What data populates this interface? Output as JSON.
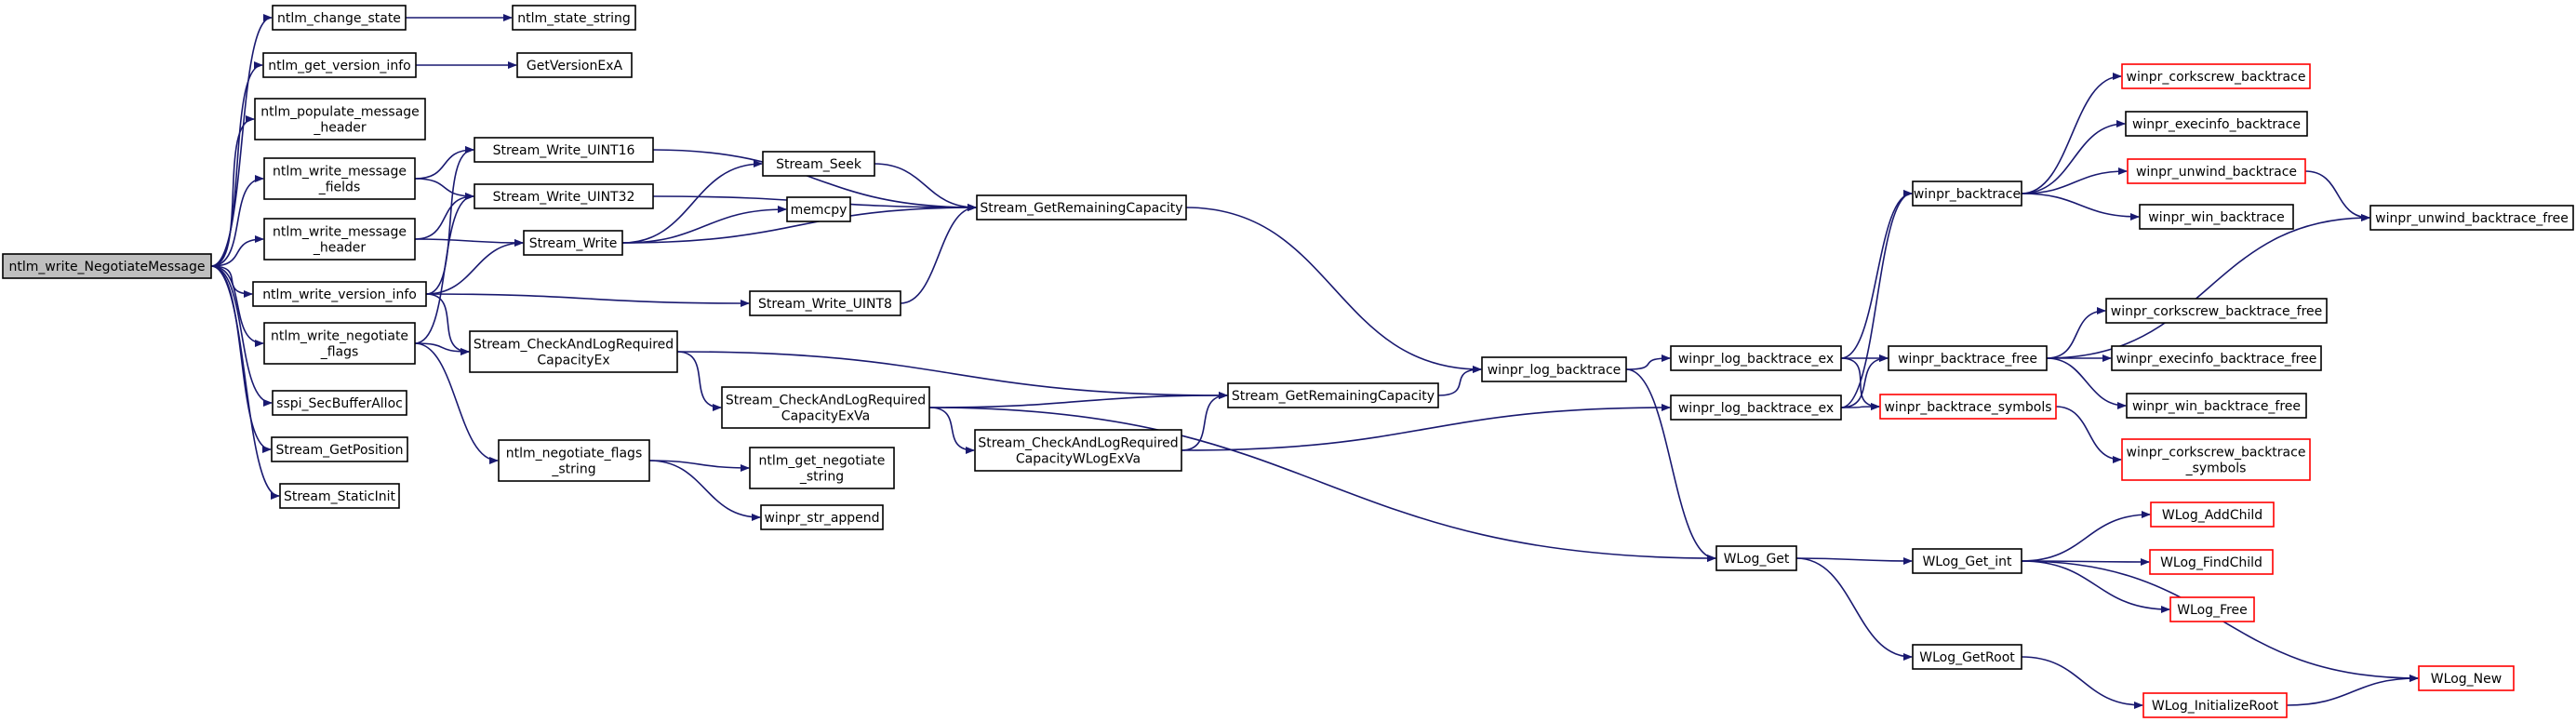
{
  "colors": {
    "edge": "#191970",
    "node_border": "#000000",
    "node_border_missing": "#ff0000",
    "root_fill": "#bfbfbf",
    "node_fill": "#ffffff"
  },
  "nodes": [
    {
      "id": "root",
      "lines": [
        "ntlm_write_NegotiateMessage"
      ],
      "style": "root"
    },
    {
      "id": "ntlm_change_state",
      "lines": [
        "ntlm_change_state"
      ]
    },
    {
      "id": "ntlm_state_string",
      "lines": [
        "ntlm_state_string"
      ]
    },
    {
      "id": "ntlm_get_version_info",
      "lines": [
        "ntlm_get_version_info"
      ]
    },
    {
      "id": "GetVersionExA",
      "lines": [
        "GetVersionExA"
      ]
    },
    {
      "id": "ntlm_populate_message_header",
      "lines": [
        "ntlm_populate_message",
        "_header"
      ]
    },
    {
      "id": "ntlm_write_message_fields",
      "lines": [
        "ntlm_write_message",
        "_fields"
      ]
    },
    {
      "id": "ntlm_write_message_header",
      "lines": [
        "ntlm_write_message",
        "_header"
      ]
    },
    {
      "id": "ntlm_write_version_info",
      "lines": [
        "ntlm_write_version_info"
      ]
    },
    {
      "id": "ntlm_write_negotiate_flags",
      "lines": [
        "ntlm_write_negotiate",
        "_flags"
      ]
    },
    {
      "id": "sspi_SecBufferAlloc",
      "lines": [
        "sspi_SecBufferAlloc"
      ]
    },
    {
      "id": "Stream_GetPosition",
      "lines": [
        "Stream_GetPosition"
      ]
    },
    {
      "id": "Stream_StaticInit",
      "lines": [
        "Stream_StaticInit"
      ]
    },
    {
      "id": "Stream_Write_UINT16",
      "lines": [
        "Stream_Write_UINT16"
      ]
    },
    {
      "id": "Stream_Write_UINT32",
      "lines": [
        "Stream_Write_UINT32"
      ]
    },
    {
      "id": "Stream_Write",
      "lines": [
        "Stream_Write"
      ]
    },
    {
      "id": "Stream_CheckAndLogRequiredCapacityEx",
      "lines": [
        "Stream_CheckAndLogRequired",
        "CapacityEx"
      ]
    },
    {
      "id": "ntlm_negotiate_flags_string",
      "lines": [
        "ntlm_negotiate_flags",
        "_string"
      ]
    },
    {
      "id": "Stream_Seek",
      "lines": [
        "Stream_Seek"
      ]
    },
    {
      "id": "memcpy",
      "lines": [
        "memcpy"
      ]
    },
    {
      "id": "Stream_Write_UINT8",
      "lines": [
        "Stream_Write_UINT8"
      ]
    },
    {
      "id": "Stream_CheckAndLogRequiredCapacityExVa",
      "lines": [
        "Stream_CheckAndLogRequired",
        "CapacityExVa"
      ]
    },
    {
      "id": "ntlm_get_negotiate_string",
      "lines": [
        "ntlm_get_negotiate",
        "_string"
      ]
    },
    {
      "id": "winpr_str_append",
      "lines": [
        "winpr_str_append"
      ]
    },
    {
      "id": "Stream_GetRemainingCapacity_1",
      "lines": [
        "Stream_GetRemainingCapacity"
      ]
    },
    {
      "id": "Stream_CheckAndLogRequiredCapacityWLogExVa",
      "lines": [
        "Stream_CheckAndLogRequired",
        "CapacityWLogExVa"
      ]
    },
    {
      "id": "Stream_GetRemainingCapacity_2",
      "lines": [
        "Stream_GetRemainingCapacity"
      ]
    },
    {
      "id": "winpr_log_backtrace",
      "lines": [
        "winpr_log_backtrace"
      ]
    },
    {
      "id": "WLog_Get",
      "lines": [
        "WLog_Get"
      ]
    },
    {
      "id": "winpr_log_backtrace_ex_1",
      "lines": [
        "winpr_log_backtrace_ex"
      ]
    },
    {
      "id": "winpr_log_backtrace_ex_2",
      "lines": [
        "winpr_log_backtrace_ex"
      ]
    },
    {
      "id": "WLog_Get_int",
      "lines": [
        "WLog_Get_int"
      ]
    },
    {
      "id": "WLog_GetRoot",
      "lines": [
        "WLog_GetRoot"
      ]
    },
    {
      "id": "winpr_backtrace",
      "lines": [
        "winpr_backtrace"
      ]
    },
    {
      "id": "winpr_backtrace_free",
      "lines": [
        "winpr_backtrace_free"
      ]
    },
    {
      "id": "winpr_backtrace_symbols",
      "lines": [
        "winpr_backtrace_symbols"
      ],
      "style": "missing"
    },
    {
      "id": "winpr_corkscrew_backtrace",
      "lines": [
        "winpr_corkscrew_backtrace"
      ],
      "style": "missing"
    },
    {
      "id": "winpr_execinfo_backtrace",
      "lines": [
        "winpr_execinfo_backtrace"
      ]
    },
    {
      "id": "winpr_unwind_backtrace",
      "lines": [
        "winpr_unwind_backtrace"
      ],
      "style": "missing"
    },
    {
      "id": "winpr_win_backtrace",
      "lines": [
        "winpr_win_backtrace"
      ]
    },
    {
      "id": "winpr_corkscrew_backtrace_free",
      "lines": [
        "winpr_corkscrew_backtrace_free"
      ]
    },
    {
      "id": "winpr_execinfo_backtrace_free",
      "lines": [
        "winpr_execinfo_backtrace_free"
      ]
    },
    {
      "id": "winpr_win_backtrace_free",
      "lines": [
        "winpr_win_backtrace_free"
      ]
    },
    {
      "id": "winpr_corkscrew_backtrace_symbols",
      "lines": [
        "winpr_corkscrew_backtrace",
        "_symbols"
      ],
      "style": "missing"
    },
    {
      "id": "winpr_unwind_backtrace_free",
      "lines": [
        "winpr_unwind_backtrace_free"
      ]
    },
    {
      "id": "WLog_AddChild",
      "lines": [
        "WLog_AddChild"
      ],
      "style": "missing"
    },
    {
      "id": "WLog_FindChild",
      "lines": [
        "WLog_FindChild"
      ],
      "style": "missing"
    },
    {
      "id": "WLog_Free",
      "lines": [
        "WLog_Free"
      ],
      "style": "missing"
    },
    {
      "id": "WLog_InitializeRoot",
      "lines": [
        "WLog_InitializeRoot"
      ],
      "style": "missing"
    },
    {
      "id": "WLog_New",
      "lines": [
        "WLog_New"
      ],
      "style": "missing"
    }
  ],
  "edges": [
    [
      "root",
      "ntlm_change_state"
    ],
    [
      "root",
      "ntlm_get_version_info"
    ],
    [
      "root",
      "ntlm_populate_message_header"
    ],
    [
      "root",
      "ntlm_write_message_fields"
    ],
    [
      "root",
      "ntlm_write_message_header"
    ],
    [
      "root",
      "ntlm_write_version_info"
    ],
    [
      "root",
      "ntlm_write_negotiate_flags"
    ],
    [
      "root",
      "sspi_SecBufferAlloc"
    ],
    [
      "root",
      "Stream_GetPosition"
    ],
    [
      "root",
      "Stream_StaticInit"
    ],
    [
      "ntlm_change_state",
      "ntlm_state_string"
    ],
    [
      "ntlm_get_version_info",
      "GetVersionExA"
    ],
    [
      "ntlm_write_message_fields",
      "Stream_Write_UINT16"
    ],
    [
      "ntlm_write_message_fields",
      "Stream_Write_UINT32"
    ],
    [
      "ntlm_write_message_header",
      "Stream_Write_UINT32"
    ],
    [
      "ntlm_write_message_header",
      "Stream_Write"
    ],
    [
      "ntlm_write_version_info",
      "Stream_Write_UINT16"
    ],
    [
      "ntlm_write_version_info",
      "Stream_Write"
    ],
    [
      "ntlm_write_version_info",
      "Stream_Write_UINT8"
    ],
    [
      "ntlm_write_version_info",
      "Stream_CheckAndLogRequiredCapacityEx"
    ],
    [
      "ntlm_write_negotiate_flags",
      "Stream_Write_UINT32"
    ],
    [
      "ntlm_write_negotiate_flags",
      "Stream_CheckAndLogRequiredCapacityEx"
    ],
    [
      "ntlm_write_negotiate_flags",
      "ntlm_negotiate_flags_string"
    ],
    [
      "Stream_Write_UINT16",
      "Stream_GetRemainingCapacity_1"
    ],
    [
      "Stream_Write_UINT32",
      "Stream_GetRemainingCapacity_1"
    ],
    [
      "Stream_Write",
      "Stream_Seek"
    ],
    [
      "Stream_Write",
      "memcpy"
    ],
    [
      "Stream_Write",
      "Stream_GetRemainingCapacity_1"
    ],
    [
      "Stream_Seek",
      "Stream_GetRemainingCapacity_1"
    ],
    [
      "Stream_Write_UINT8",
      "Stream_GetRemainingCapacity_1"
    ],
    [
      "Stream_CheckAndLogRequiredCapacityEx",
      "Stream_CheckAndLogRequiredCapacityExVa"
    ],
    [
      "Stream_CheckAndLogRequiredCapacityEx",
      "Stream_GetRemainingCapacity_2"
    ],
    [
      "Stream_CheckAndLogRequiredCapacityExVa",
      "Stream_GetRemainingCapacity_2"
    ],
    [
      "Stream_CheckAndLogRequiredCapacityExVa",
      "Stream_CheckAndLogRequiredCapacityWLogExVa"
    ],
    [
      "Stream_CheckAndLogRequiredCapacityExVa",
      "WLog_Get"
    ],
    [
      "Stream_CheckAndLogRequiredCapacityWLogExVa",
      "Stream_GetRemainingCapacity_2"
    ],
    [
      "Stream_CheckAndLogRequiredCapacityWLogExVa",
      "winpr_log_backtrace_ex_2"
    ],
    [
      "ntlm_negotiate_flags_string",
      "ntlm_get_negotiate_string"
    ],
    [
      "ntlm_negotiate_flags_string",
      "winpr_str_append"
    ],
    [
      "Stream_GetRemainingCapacity_1",
      "winpr_log_backtrace"
    ],
    [
      "Stream_GetRemainingCapacity_2",
      "winpr_log_backtrace"
    ],
    [
      "winpr_log_backtrace",
      "winpr_log_backtrace_ex_1"
    ],
    [
      "winpr_log_backtrace",
      "WLog_Get"
    ],
    [
      "winpr_log_backtrace_ex_1",
      "winpr_backtrace"
    ],
    [
      "winpr_log_backtrace_ex_1",
      "winpr_backtrace_free"
    ],
    [
      "winpr_log_backtrace_ex_1",
      "winpr_backtrace_symbols"
    ],
    [
      "winpr_log_backtrace_ex_2",
      "winpr_backtrace"
    ],
    [
      "winpr_log_backtrace_ex_2",
      "winpr_backtrace_free"
    ],
    [
      "winpr_log_backtrace_ex_2",
      "winpr_backtrace_symbols"
    ],
    [
      "winpr_backtrace",
      "winpr_corkscrew_backtrace"
    ],
    [
      "winpr_backtrace",
      "winpr_execinfo_backtrace"
    ],
    [
      "winpr_backtrace",
      "winpr_unwind_backtrace"
    ],
    [
      "winpr_backtrace",
      "winpr_win_backtrace"
    ],
    [
      "winpr_unwind_backtrace",
      "winpr_unwind_backtrace_free"
    ],
    [
      "winpr_backtrace_free",
      "winpr_unwind_backtrace_free"
    ],
    [
      "winpr_backtrace_free",
      "winpr_corkscrew_backtrace_free"
    ],
    [
      "winpr_backtrace_free",
      "winpr_execinfo_backtrace_free"
    ],
    [
      "winpr_backtrace_free",
      "winpr_win_backtrace_free"
    ],
    [
      "winpr_backtrace_symbols",
      "winpr_corkscrew_backtrace_symbols"
    ],
    [
      "WLog_Get",
      "WLog_Get_int"
    ],
    [
      "WLog_Get",
      "WLog_GetRoot"
    ],
    [
      "WLog_Get_int",
      "WLog_AddChild"
    ],
    [
      "WLog_Get_int",
      "WLog_FindChild"
    ],
    [
      "WLog_Get_int",
      "WLog_Free"
    ],
    [
      "WLog_Get_int",
      "WLog_New"
    ],
    [
      "WLog_GetRoot",
      "WLog_InitializeRoot"
    ],
    [
      "WLog_InitializeRoot",
      "WLog_New"
    ]
  ]
}
